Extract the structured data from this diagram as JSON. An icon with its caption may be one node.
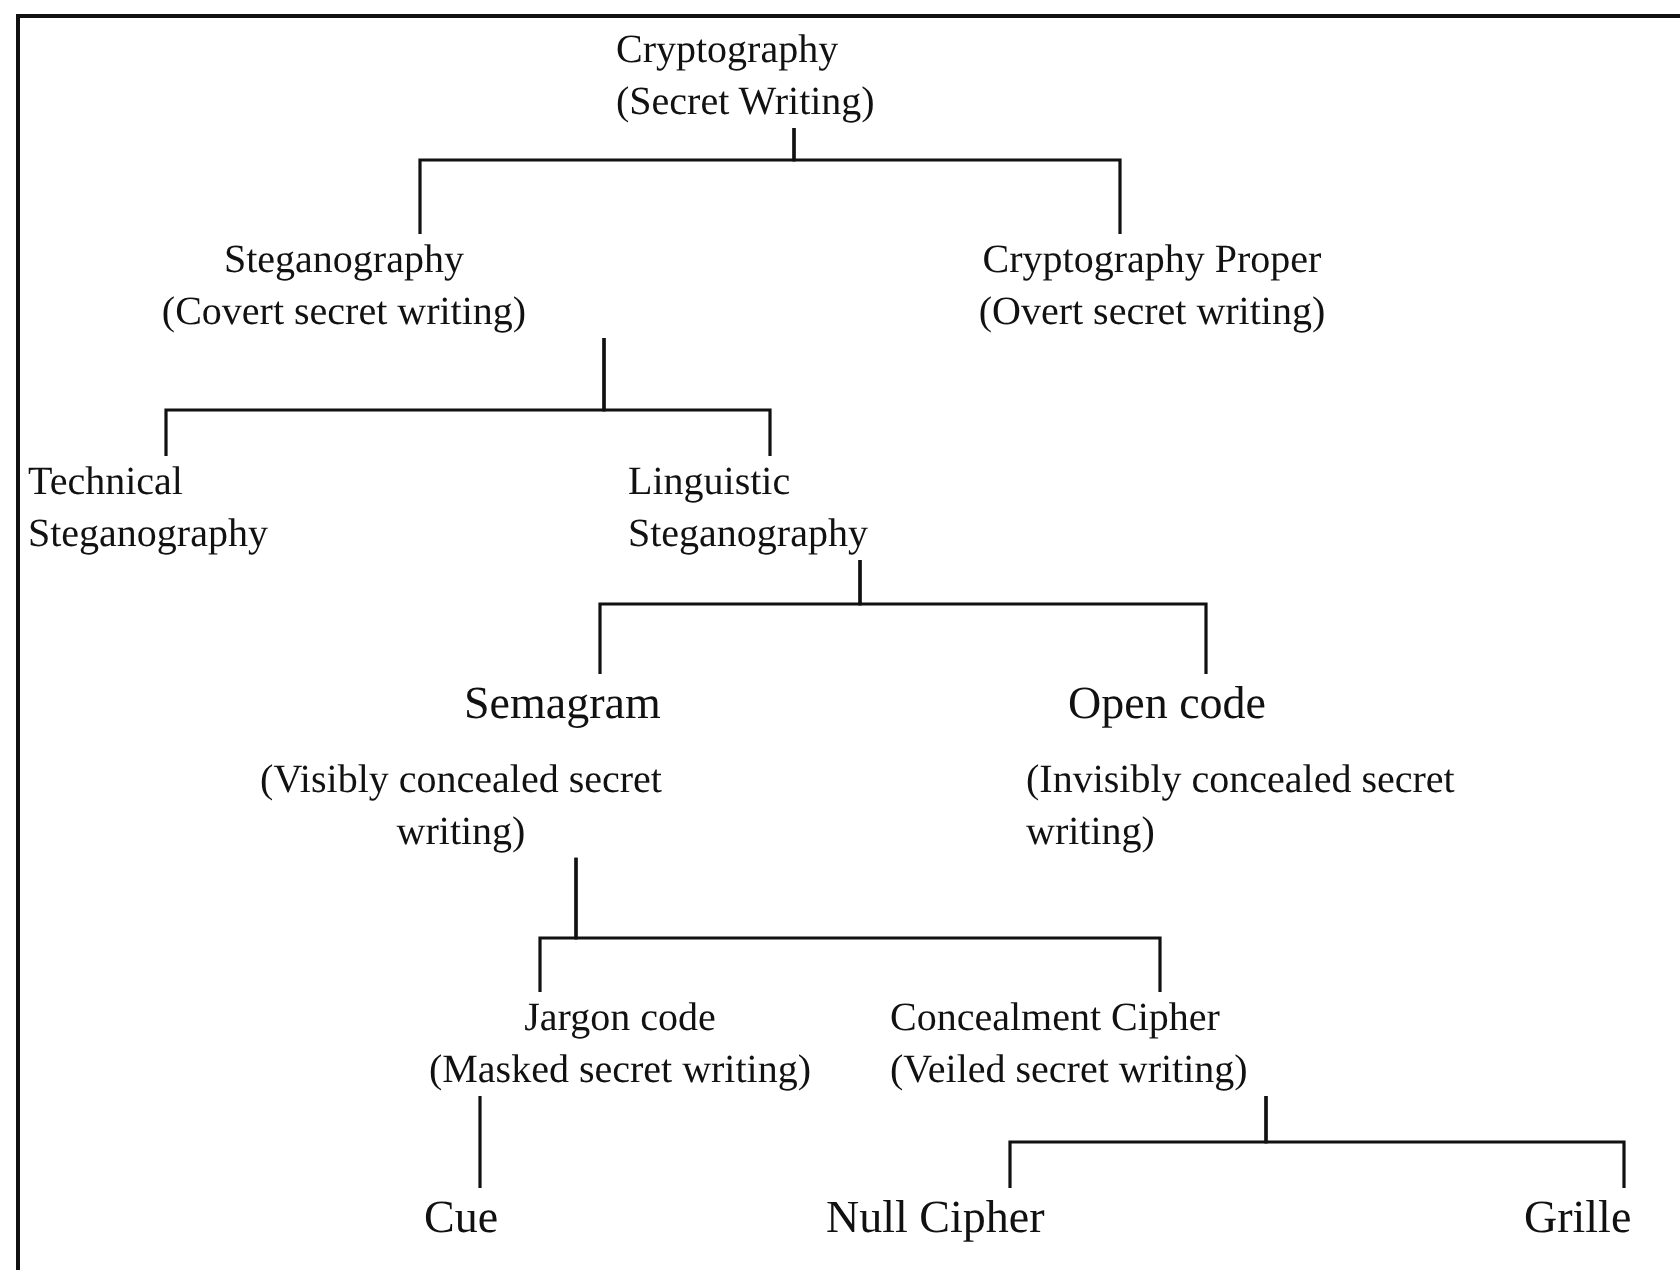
{
  "diagram": {
    "nodes": [
      {
        "text": [
          "Cryptography",
          "(Secret Writing)"
        ]
      },
      {
        "text": [
          "Steganography",
          "(Covert secret writing)"
        ]
      },
      {
        "text": [
          "Cryptography Proper",
          "(Overt secret writing)"
        ]
      },
      {
        "text": [
          "Technical Steganography"
        ]
      },
      {
        "text": [
          "Linguistic Steganography"
        ]
      },
      {
        "text": [
          "Semagram",
          "(Visibly concealed secret writing)"
        ]
      },
      {
        "text": [
          "Open code",
          "(Invisibly concealed secret writing)"
        ]
      },
      {
        "text": [
          "Jargon code",
          "(Masked secret writing)"
        ]
      },
      {
        "text": [
          "Concealment Cipher",
          "(Veiled secret writing)"
        ]
      },
      {
        "text": [
          "Cue"
        ]
      },
      {
        "text": [
          "Null Cipher"
        ]
      },
      {
        "text": [
          "Grille"
        ]
      }
    ],
    "edges": [
      {
        "from": 0,
        "to": 1,
        "arrow": "none"
      },
      {
        "from": 0,
        "to": 2,
        "arrow": "none"
      },
      {
        "from": 1,
        "to": 3,
        "arrow": "none"
      },
      {
        "from": 1,
        "to": 4,
        "arrow": "none"
      },
      {
        "from": 4,
        "to": 5,
        "arrow": "none"
      },
      {
        "from": 4,
        "to": 6,
        "arrow": "none"
      },
      {
        "from": 5,
        "to": 7,
        "arrow": "none"
      },
      {
        "from": 5,
        "to": 8,
        "arrow": "none"
      },
      {
        "from": 7,
        "to": 9,
        "arrow": "none"
      },
      {
        "from": 8,
        "to": 10,
        "arrow": "none"
      },
      {
        "from": 8,
        "to": 11,
        "arrow": "none"
      }
    ]
  }
}
